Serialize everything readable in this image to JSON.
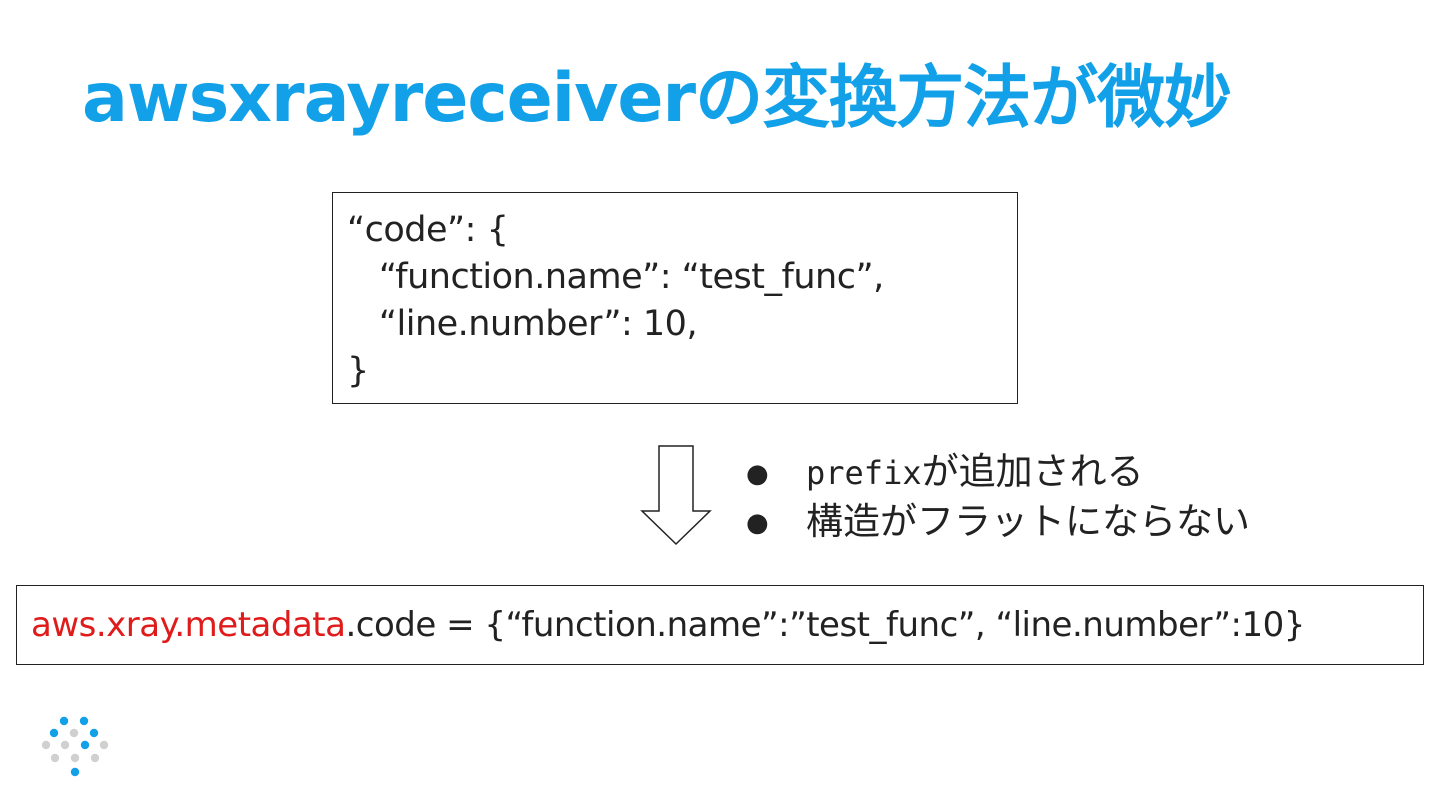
{
  "slide": {
    "title": "awsxrayreceiverの変換方法が微妙"
  },
  "code_block": {
    "lines": [
      "“code”: {",
      "   “function.name”: “test_func”,",
      "   “line.number”: 10,",
      "}"
    ]
  },
  "bullets": [
    {
      "code": "prefix",
      "text": "が追加される"
    },
    {
      "code": "",
      "text": "構造がフラットにならない"
    }
  ],
  "result": {
    "prefix": "aws.xray.metadata",
    "rest": ".code = {“function.name”:”test_func”, “line.number”:10}"
  },
  "colors": {
    "title": "#12a0e8",
    "prefix_highlight": "#e01b1b",
    "logo_blue": "#12a0e8",
    "logo_gray": "#d0d0d0"
  },
  "icons": {
    "arrow": "down-arrow-icon",
    "logo": "dot-pattern-logo-icon"
  }
}
